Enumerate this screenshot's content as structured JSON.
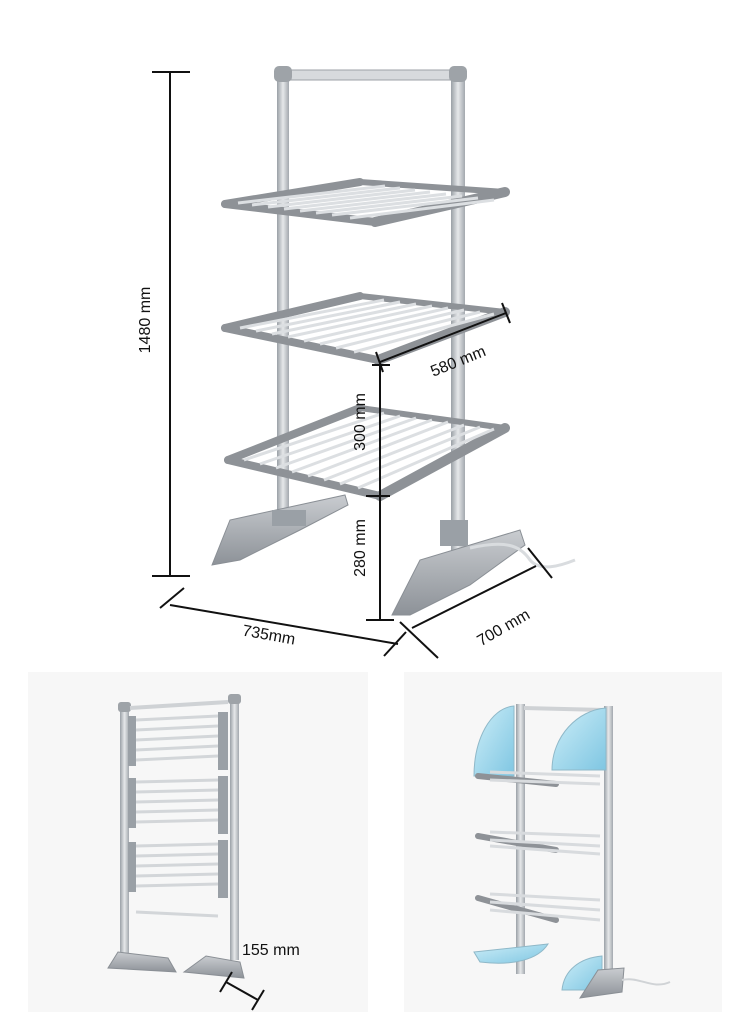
{
  "dimensions": {
    "height_total": "1480 mm",
    "width_front": "735mm",
    "depth_side": "700 mm",
    "shelf_depth": "580 mm",
    "shelf_spacing": "300 mm",
    "base_height": "280 mm",
    "folded_depth": "155 mm"
  },
  "colors": {
    "frame": "#b9bcc0",
    "frame_dark": "#8e9297",
    "rail": "#d9dcdf",
    "feet": "#a7abb0",
    "wing_blue": "#9fd6ea"
  }
}
